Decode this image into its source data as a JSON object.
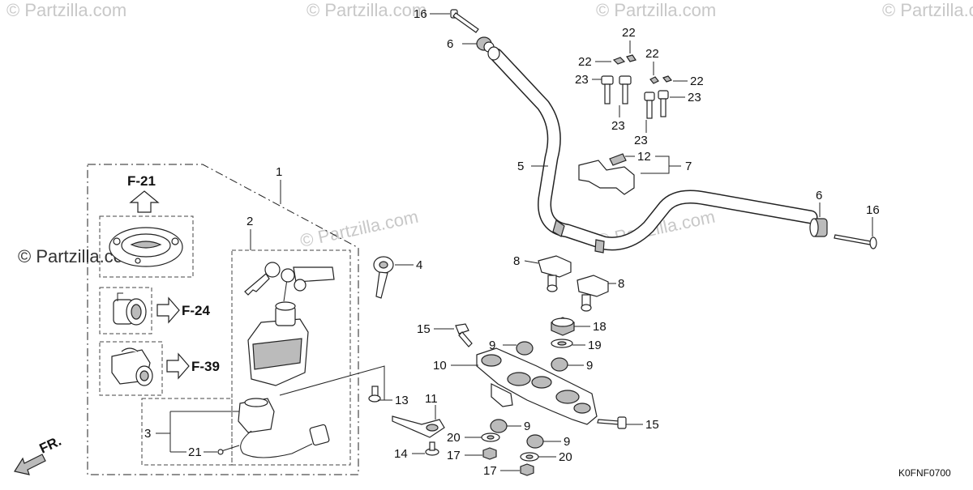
{
  "watermarks": [
    "© Partzilla.com",
    "© Partzilla.com",
    "© Partzilla.com",
    "© Partzilla.com",
    "© Partzilla.com",
    "© Partzilla.com",
    "© Partzilla.com"
  ],
  "diagram_code": "K0FNF0700",
  "front_arrow_label": "FR.",
  "refs": {
    "f21": "F-21",
    "f24": "F-24",
    "f39": "F-39"
  },
  "callouts": {
    "c1": "1",
    "c2": "2",
    "c3": "3",
    "c4": "4",
    "c5": "5",
    "c6a": "6",
    "c6b": "6",
    "c7": "7",
    "c8a": "8",
    "c8b": "8",
    "c9a": "9",
    "c9b": "9",
    "c9c": "9",
    "c9d": "9",
    "c10": "10",
    "c11": "11",
    "c12": "12",
    "c13": "13",
    "c14": "14",
    "c15a": "15",
    "c15b": "15",
    "c16a": "16",
    "c16b": "16",
    "c17a": "17",
    "c17b": "17",
    "c18": "18",
    "c19": "19",
    "c20a": "20",
    "c20b": "20",
    "c21": "21",
    "c22a": "22",
    "c22b": "22",
    "c22c": "22",
    "c22d": "22",
    "c23a": "23",
    "c23b": "23",
    "c23c": "23",
    "c23d": "23"
  }
}
